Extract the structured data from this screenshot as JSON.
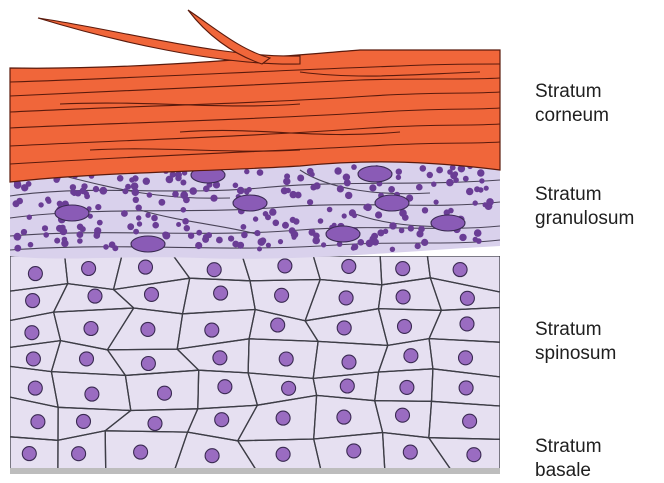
{
  "labels": {
    "corneum": {
      "line1": "Stratum",
      "line2": "corneum"
    },
    "granulosum": {
      "line1": "Stratum",
      "line2": "granulosum"
    },
    "spinosum": {
      "line1": "Stratum",
      "line2": "spinosum"
    },
    "basale": {
      "line1": "Stratum",
      "line2": "basale"
    }
  },
  "colors": {
    "corneum_fill": "#f0663a",
    "corneum_line": "#5a1a0c",
    "granulosum_fill": "#d9d1ec",
    "granule": "#6a3d95",
    "granulosum_nucleus": "#8a5bb6",
    "cell_fill": "#e6e0f1",
    "cell_line": "#3d3d46",
    "cell_nucleus": "#9a6cc1",
    "basement_membrane": "#bdbdbd"
  }
}
